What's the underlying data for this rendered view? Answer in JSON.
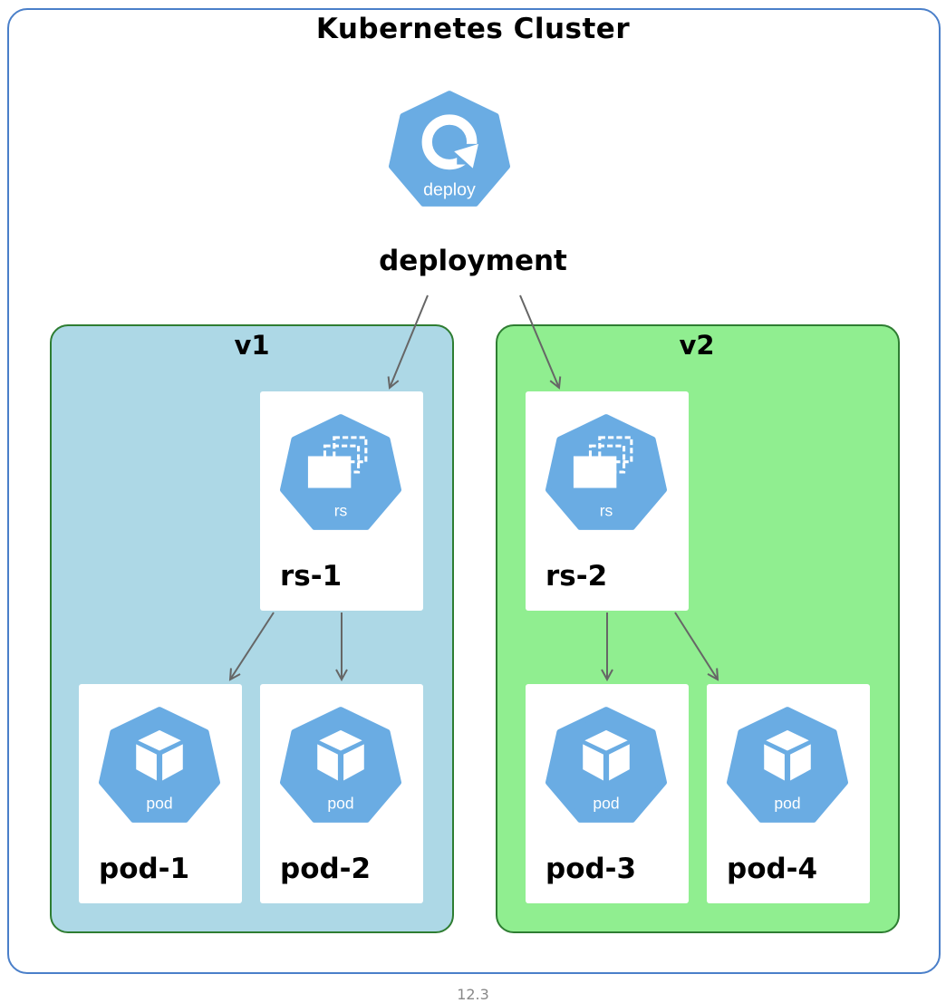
{
  "cluster": {
    "title": "Kubernetes Cluster"
  },
  "deployment": {
    "icon_text": "deploy",
    "label": "deployment"
  },
  "groups": [
    {
      "title": "v1",
      "replicaset": {
        "icon_text": "rs",
        "label": "rs-1"
      },
      "pods": [
        {
          "icon_text": "pod",
          "label": "pod-1"
        },
        {
          "icon_text": "pod",
          "label": "pod-2"
        }
      ]
    },
    {
      "title": "v2",
      "replicaset": {
        "icon_text": "rs",
        "label": "rs-2"
      },
      "pods": [
        {
          "icon_text": "pod",
          "label": "pod-3"
        },
        {
          "icon_text": "pod",
          "label": "pod-4"
        }
      ]
    }
  ],
  "footer": {
    "text": "12.3"
  },
  "colors": {
    "cluster_border": "#4a7fc9",
    "v1_fill": "#add8e6",
    "v2_fill": "#90ee90",
    "group_border": "#2e7d32",
    "k8s_icon": "#6aace3",
    "arrow": "#666666"
  }
}
